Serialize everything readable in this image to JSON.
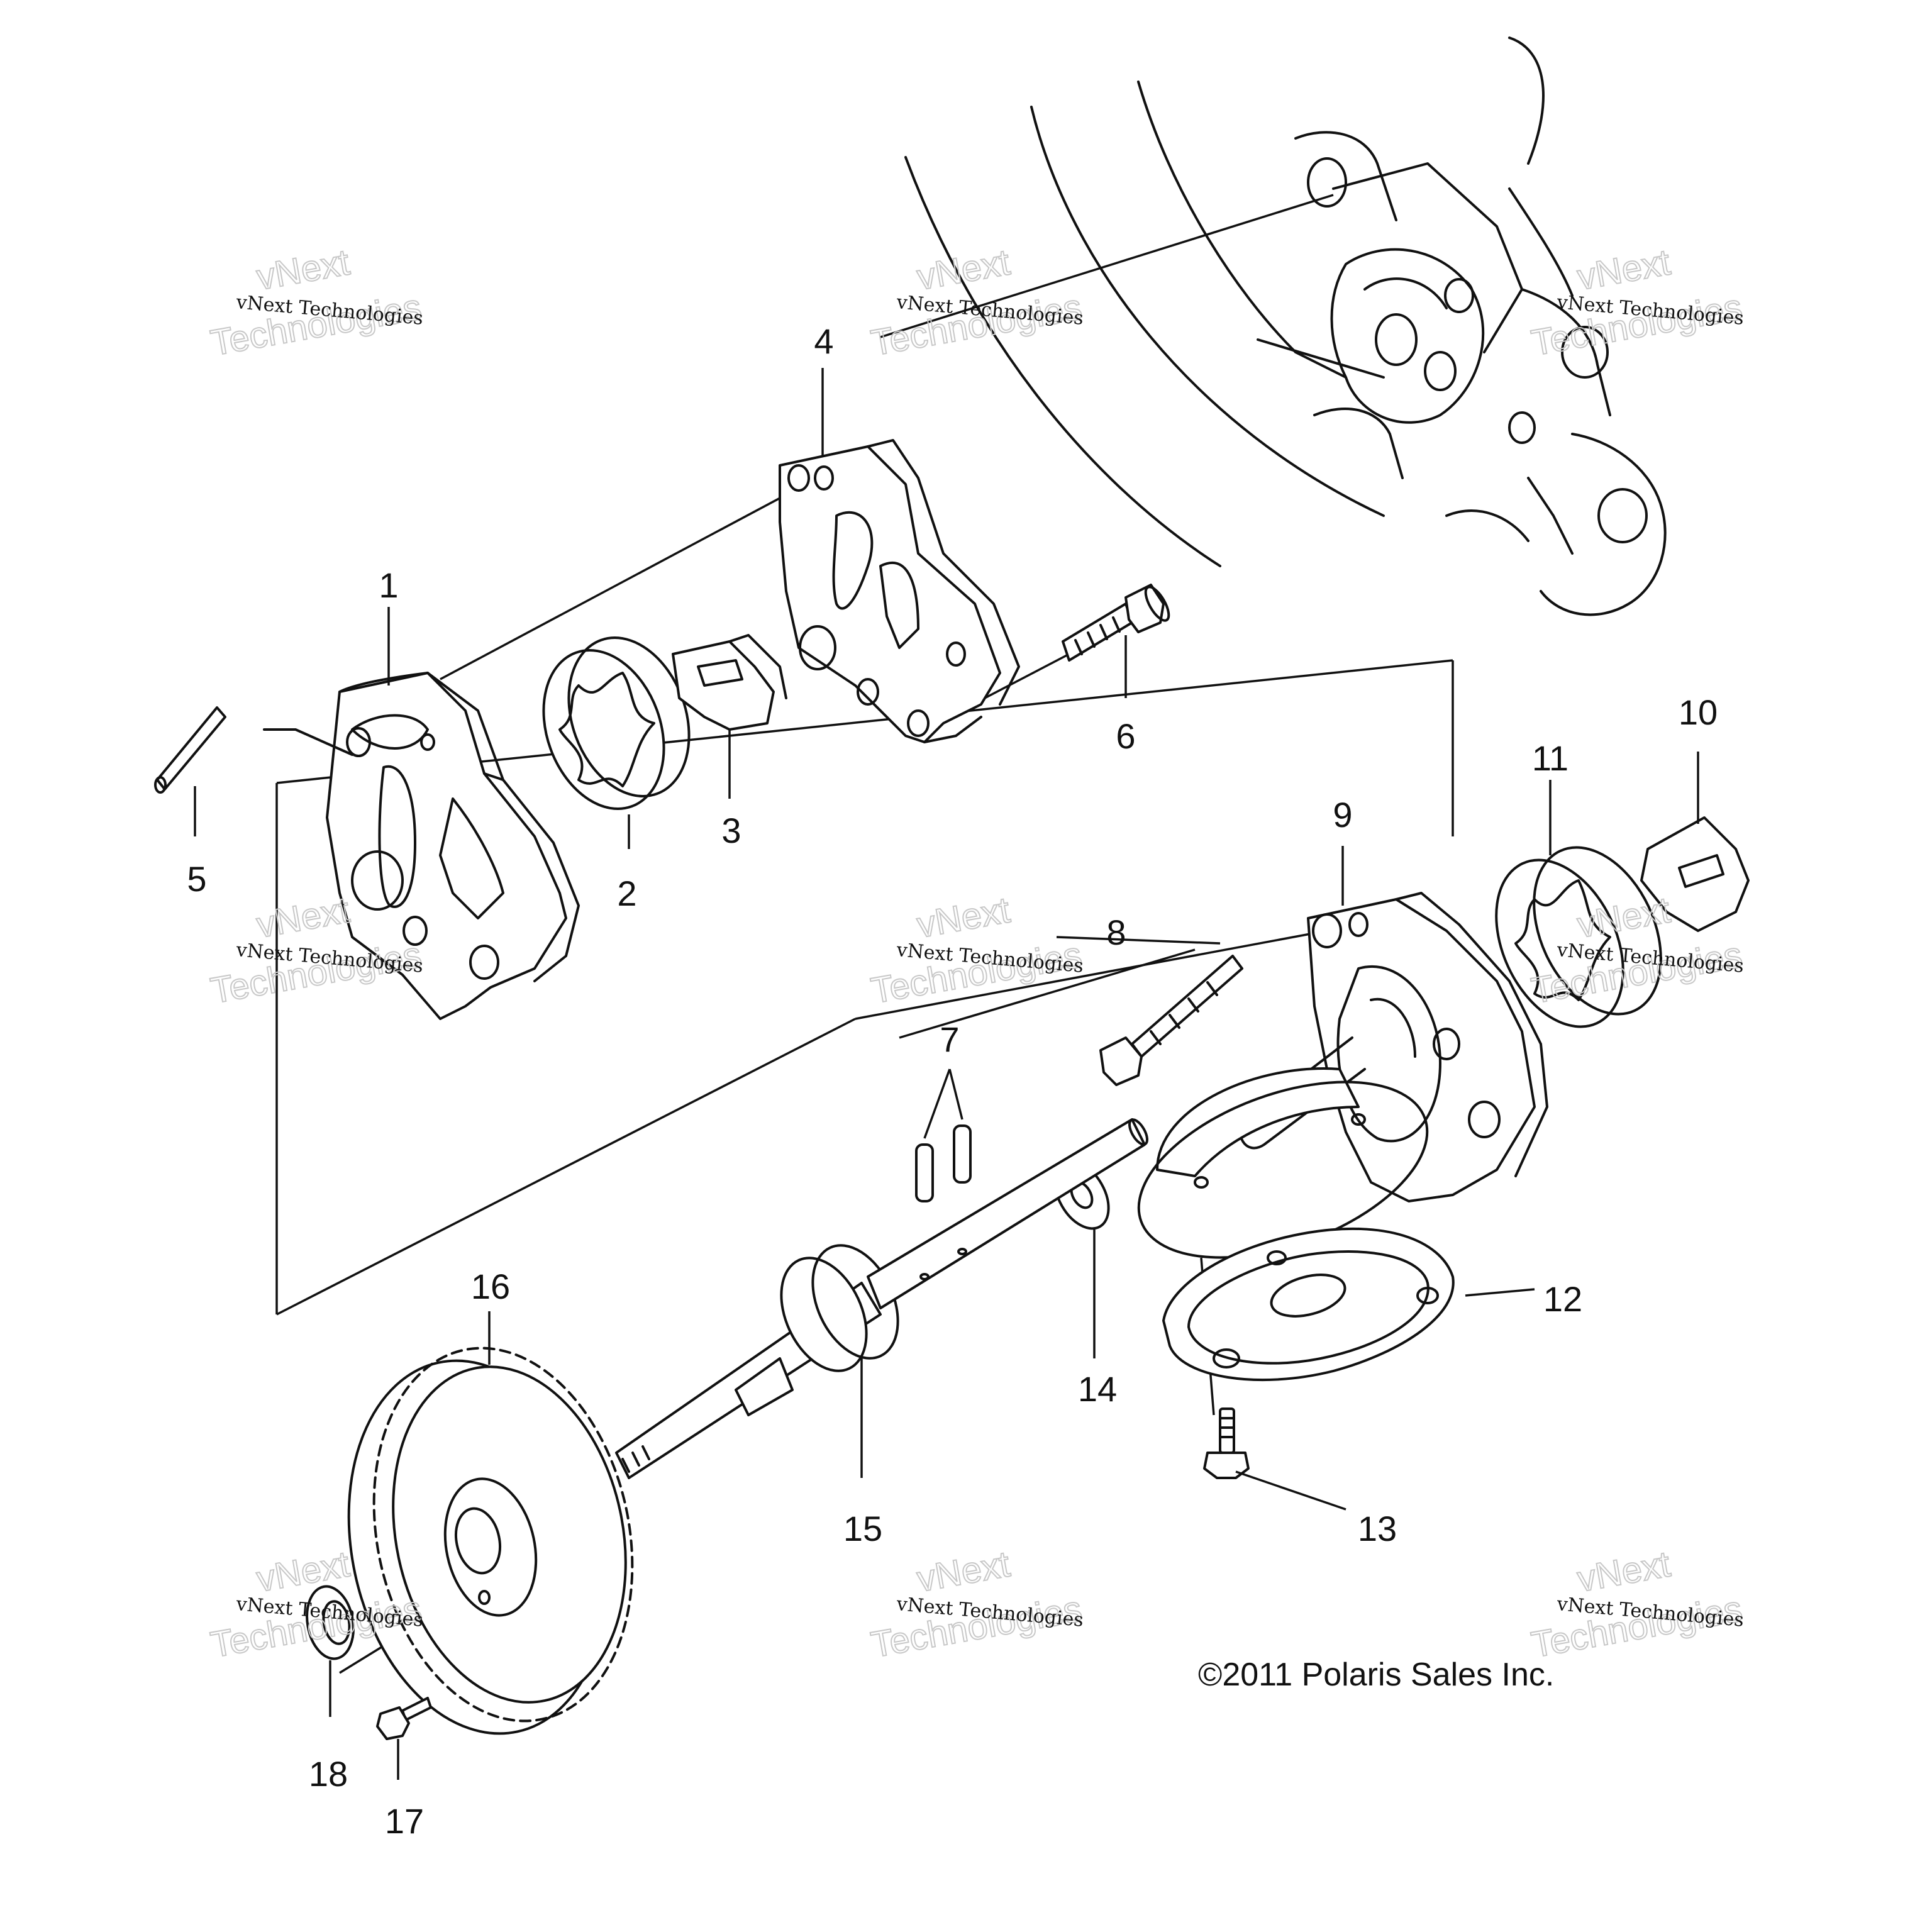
{
  "callouts": [
    {
      "num": "1"
    },
    {
      "num": "2"
    },
    {
      "num": "3"
    },
    {
      "num": "4"
    },
    {
      "num": "5"
    },
    {
      "num": "6"
    },
    {
      "num": "7"
    },
    {
      "num": "8"
    },
    {
      "num": "9"
    },
    {
      "num": "10"
    },
    {
      "num": "11"
    },
    {
      "num": "12"
    },
    {
      "num": "13"
    },
    {
      "num": "14"
    },
    {
      "num": "15"
    },
    {
      "num": "16"
    },
    {
      "num": "17"
    },
    {
      "num": "18"
    }
  ],
  "copyright": "©2011 Polaris Sales Inc.",
  "watermark": {
    "line1": "vNext Technologies",
    "line2_a": "vNext",
    "line2_b": "Technologies"
  }
}
